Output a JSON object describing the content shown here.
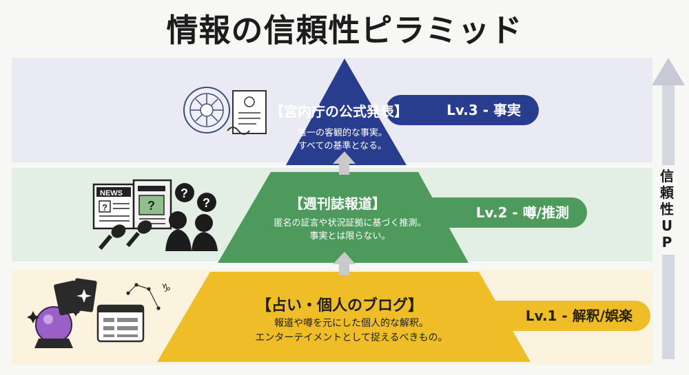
{
  "title": "情報の信頼性ピラミッド",
  "levels": [
    {
      "heading": "【宮内庁の公式発表】",
      "pill": "Lv.3 - 事実",
      "desc": [
        "唯一の客観的な事実。",
        "すべての基準となる。"
      ]
    },
    {
      "heading": "【週刊誌報道】",
      "pill": "Lv.2 - 噂/推測",
      "desc": [
        "匿名の証言や状況証拠に基づく推測。",
        "事実とは限らない。"
      ]
    },
    {
      "heading": "【占い・個人のブログ】",
      "pill": "Lv.1 - 解釈/娯楽",
      "desc": [
        "報道や噂を元にした個人的な解釈。",
        "エンターテイメントとして捉えるべきもの。"
      ]
    }
  ],
  "side_label": "信頼性UP",
  "icon_labels": {
    "news": "NEWS",
    "question": "?"
  },
  "colors": {
    "top": "#283d8e",
    "middle": "#4d9a5c",
    "bottom": "#eebd28"
  }
}
